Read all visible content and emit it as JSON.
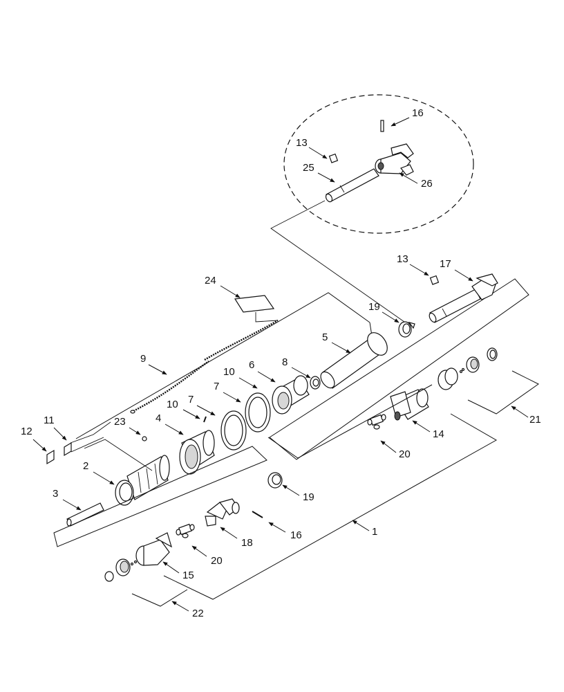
{
  "figure": {
    "callouts": [
      "1",
      "2",
      "3",
      "4",
      "5",
      "6",
      "7",
      "7",
      "8",
      "9",
      "10",
      "10",
      "11",
      "12",
      "13",
      "13",
      "14",
      "15",
      "16",
      "16",
      "17",
      "18",
      "19",
      "19",
      "20",
      "20",
      "21",
      "22",
      "23",
      "24",
      "25",
      "26"
    ]
  },
  "colors": {
    "ink": "#111111",
    "background": "#ffffff",
    "shade": "#d6d6d6"
  }
}
